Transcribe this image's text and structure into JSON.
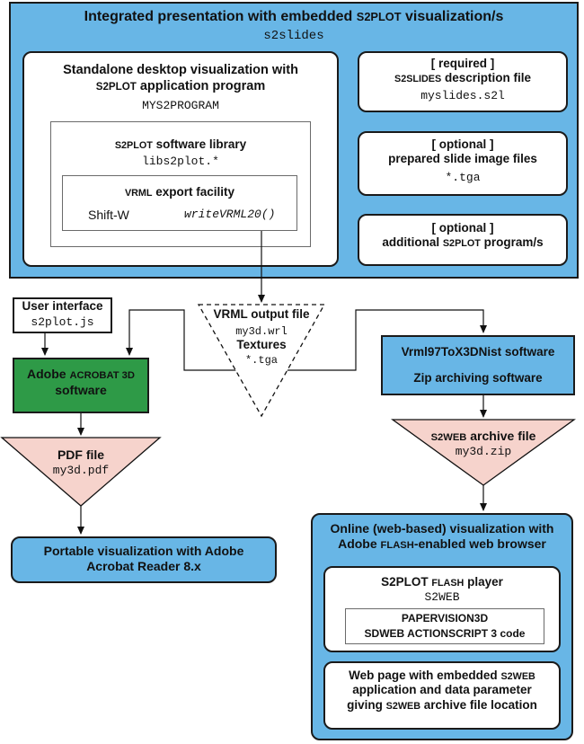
{
  "outer": {
    "title_a": "Integrated presentation with embedded ",
    "title_sc": "S2PLOT",
    "title_b": " visualization/s",
    "sub": "s2slides"
  },
  "standalone": {
    "line1": "Standalone desktop visualization with",
    "line2_sc": "S2PLOT",
    "line2_b": " application program",
    "sub": "MYS2PROGRAM"
  },
  "library": {
    "title_sc": "S2PLOT",
    "title_b": " software library",
    "sub": "libs2plot.*"
  },
  "vrml_export": {
    "title_sc": "VRML",
    "title_b": " export facility",
    "shortcut": "Shift-W",
    "func": "writeVRML20()"
  },
  "required_box": {
    "tag": "[ required ]",
    "line_sc": "S2SLIDES",
    "line_b": " description file",
    "sub": "myslides.s2l"
  },
  "optional_images": {
    "tag": "[ optional ]",
    "line": "prepared slide image files",
    "sub": "*.tga"
  },
  "optional_programs": {
    "tag": "[ optional ]",
    "line_a": "additional ",
    "line_sc": "S2PLOT",
    "line_b": " program/s"
  },
  "user_interface": {
    "title": "User interface",
    "sub": "s2plot.js"
  },
  "acrobat": {
    "line_a": "Adobe ",
    "line_sc": "ACROBAT 3D",
    "line2": "software"
  },
  "vrml_output": {
    "title": "VRML output file",
    "sub1": "my3d.wrl",
    "title2": "Textures",
    "sub2": "*.tga"
  },
  "converter": {
    "line1": "Vrml97ToX3DNist software",
    "line2": "Zip archiving software"
  },
  "pdf_file": {
    "title": "PDF file",
    "sub": "my3d.pdf"
  },
  "s2web_archive": {
    "title_sc": "S2WEB",
    "title_b": " archive file",
    "sub": "my3d.zip"
  },
  "portable": {
    "line1": "Portable visualization with Adobe",
    "line2": "Acrobat Reader 8.x"
  },
  "online": {
    "line1": "Online (web-based) visualization with",
    "line2_a": "Adobe ",
    "line2_sc": "FLASH",
    "line2_b": "-enabled web browser"
  },
  "flash_player": {
    "title_a": "S2PLOT ",
    "title_sc": "FLASH",
    "title_b": " player",
    "sub": "S2WEB"
  },
  "papervision": {
    "line1": "PAPERVISION3D",
    "line2": "SDWEB ACTIONSCRIPT 3 code"
  },
  "webpage": {
    "line1_a": "Web page with embedded ",
    "line1_sc": "S2WEB",
    "line2": "application and data parameter",
    "line3_a": "giving ",
    "line3_sc": "S2WEB",
    "line3_b": " archive file location"
  },
  "colors": {
    "blue_fill": "#68b6e6",
    "green_fill": "#2e9a47",
    "pink_fill": "#f6d3cc",
    "border": "#1a1a1a"
  }
}
